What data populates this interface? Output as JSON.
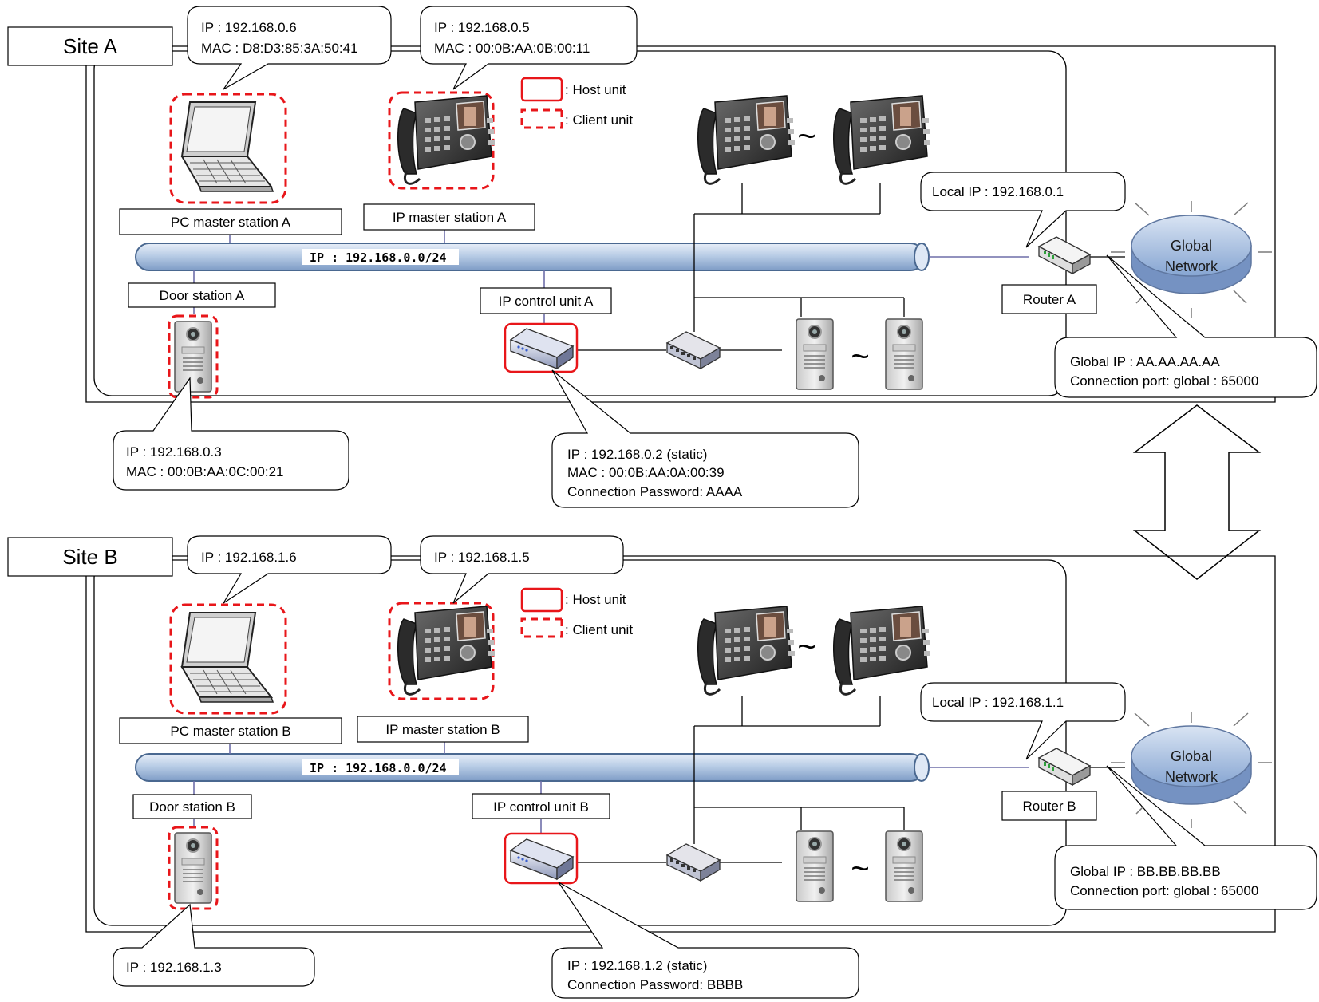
{
  "legend": {
    "host": ": Host unit",
    "client": ": Client unit"
  },
  "global_network": {
    "line1": "Global",
    "line2": "Network"
  },
  "exchange_arrow_icon": "double-headed-vertical-arrow",
  "site_a": {
    "title": "Site A",
    "pc_label": "PC master station A",
    "pc_ip": "IP : 192.168.0.6",
    "pc_mac": "MAC : D8:D3:85:3A:50:41",
    "ipms_label": "IP master station A",
    "ipms_ip": "IP : 192.168.0.5",
    "ipms_mac": "MAC : 00:0B:AA:0B:00:11",
    "lan_label": "IP : 192.168.0.0/24",
    "door_label": "Door station A",
    "door_ip": "IP : 192.168.0.3",
    "door_mac": "MAC : 00:0B:AA:0C:00:21",
    "ipcu_label": "IP control unit A",
    "ipcu_ip": "IP : 192.168.0.2 (static)",
    "ipcu_mac": "MAC : 00:0B:AA:0A:00:39",
    "ipcu_pw_prefix": "Connection Password: ",
    "ipcu_pw": "AAAA",
    "router_label": "Router A",
    "router_local_ip": "Local IP : 192.168.0.1",
    "global_ip_prefix": "Global IP : ",
    "global_ip": "AA.AA.AA.AA",
    "port_prefix": "Connection port: global : ",
    "port": "65000",
    "tilde": "~"
  },
  "site_b": {
    "title": "Site B",
    "pc_label": "PC master station B",
    "pc_ip": "IP : 192.168.1.6",
    "ipms_label": "IP master station B",
    "ipms_ip": "IP : 192.168.1.5",
    "lan_label": "IP : 192.168.0.0/24",
    "door_label": "Door station B",
    "door_ip": "IP : 192.168.1.3",
    "ipcu_label": "IP control unit B",
    "ipcu_ip": "IP : 192.168.1.2 (static)",
    "ipcu_pw_prefix": "Connection Password: ",
    "ipcu_pw": "BBBB",
    "router_label": "Router B",
    "router_local_ip": "Local IP : 192.168.1.1",
    "global_ip_prefix": "Global IP : ",
    "global_ip": "BB.BB.BB.BB",
    "port_prefix": "Connection port: global : ",
    "port": "65000",
    "tilde": "~"
  },
  "colors": {
    "pipe": "#b8cce4",
    "highlight": "#ff0000",
    "unit_border": "#e8161a",
    "cloud": "#9fb8dc"
  }
}
